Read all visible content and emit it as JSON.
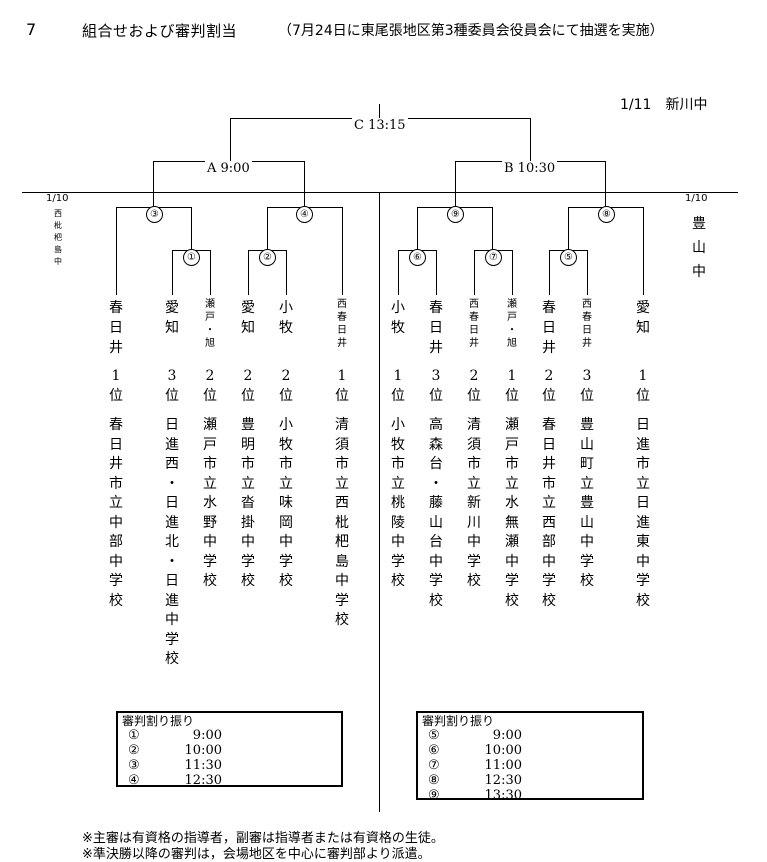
{
  "header": {
    "number": "7",
    "title": "組合せおよび審判割当",
    "note": "（7月24日に東尾張地区第3種委員会役員会にて抽選を実施）"
  },
  "venues": {
    "final": "1/11　新川中",
    "left": {
      "date": "1/10",
      "name": [
        "西",
        "枇",
        "杷",
        "島",
        "中"
      ]
    },
    "right": {
      "date": "1/10",
      "name": [
        "豊",
        "山",
        "中"
      ]
    }
  },
  "matches": {
    "C": "C 13:15",
    "A": "A 9:00",
    "B": "B 10:30",
    "m1": "①",
    "m2": "②",
    "m3": "③",
    "m4": "④",
    "m5": "⑤",
    "m6": "⑥",
    "m7": "⑦",
    "m8": "⑧",
    "m9": "⑨"
  },
  "teams": [
    {
      "pref": [
        "春",
        "日",
        "井"
      ],
      "rank": [
        "1",
        "位"
      ],
      "school": [
        "春",
        "日",
        "井",
        "市",
        "立",
        "中",
        "部",
        "中",
        "学",
        "校"
      ]
    },
    {
      "pref": [
        "愛",
        "知"
      ],
      "rank": [
        "3",
        "位"
      ],
      "school": [
        "日",
        "進",
        "西",
        "・",
        "日",
        "進",
        "北",
        "・",
        "日",
        "進",
        "中",
        "学",
        "校"
      ]
    },
    {
      "pref": [
        "瀬",
        "戸",
        "・",
        "旭"
      ],
      "rank": [
        "2",
        "位"
      ],
      "school": [
        "瀬",
        "戸",
        "市",
        "立",
        "水",
        "野",
        "中",
        "学",
        "校"
      ]
    },
    {
      "pref": [
        "愛",
        "知"
      ],
      "rank": [
        "2",
        "位"
      ],
      "school": [
        "豊",
        "明",
        "市",
        "立",
        "沓",
        "掛",
        "中",
        "学",
        "校"
      ]
    },
    {
      "pref": [
        "小",
        "牧"
      ],
      "rank": [
        "2",
        "位"
      ],
      "school": [
        "小",
        "牧",
        "市",
        "立",
        "味",
        "岡",
        "中",
        "学",
        "校"
      ]
    },
    {
      "pref": [
        "西",
        "春",
        "日",
        "井"
      ],
      "rank": [
        "1",
        "位"
      ],
      "school": [
        "清",
        "須",
        "市",
        "立",
        "西",
        "枇",
        "杷",
        "島",
        "中",
        "学",
        "校"
      ]
    },
    {
      "pref": [
        "小",
        "牧"
      ],
      "rank": [
        "1",
        "位"
      ],
      "school": [
        "小",
        "牧",
        "市",
        "立",
        "桃",
        "陵",
        "中",
        "学",
        "校"
      ]
    },
    {
      "pref": [
        "春",
        "日",
        "井"
      ],
      "rank": [
        "3",
        "位"
      ],
      "school": [
        "高",
        "森",
        "台",
        "・",
        "藤",
        "山",
        "台",
        "中",
        "学",
        "校"
      ]
    },
    {
      "pref": [
        "西",
        "春",
        "日",
        "井"
      ],
      "rank": [
        "2",
        "位"
      ],
      "school": [
        "清",
        "須",
        "市",
        "立",
        "新",
        "川",
        "中",
        "学",
        "校"
      ]
    },
    {
      "pref": [
        "瀬",
        "戸",
        "・",
        "旭"
      ],
      "rank": [
        "1",
        "位"
      ],
      "school": [
        "瀬",
        "戸",
        "市",
        "立",
        "水",
        "無",
        "瀬",
        "中",
        "学",
        "校"
      ]
    },
    {
      "pref": [
        "春",
        "日",
        "井"
      ],
      "rank": [
        "2",
        "位"
      ],
      "school": [
        "春",
        "日",
        "井",
        "市",
        "立",
        "西",
        "部",
        "中",
        "学",
        "校"
      ]
    },
    {
      "pref": [
        "西",
        "春",
        "日",
        "井"
      ],
      "rank": [
        "3",
        "位"
      ],
      "school": [
        "豊",
        "山",
        "町",
        "立",
        "豊",
        "山",
        "中",
        "学",
        "校"
      ]
    },
    {
      "pref": [
        "愛",
        "知"
      ],
      "rank": [
        "1",
        "位"
      ],
      "school": [
        "日",
        "進",
        "市",
        "立",
        "日",
        "進",
        "東",
        "中",
        "学",
        "校"
      ]
    }
  ],
  "referees": {
    "left": {
      "title": "審判割り振り",
      "rows": [
        {
          "n": "①",
          "t": "9:00"
        },
        {
          "n": "②",
          "t": "10:00"
        },
        {
          "n": "③",
          "t": "11:30"
        },
        {
          "n": "④",
          "t": "12:30"
        }
      ]
    },
    "right": {
      "title": "審判割り振り",
      "rows": [
        {
          "n": "⑤",
          "t": "9:00"
        },
        {
          "n": "⑥",
          "t": "10:00"
        },
        {
          "n": "⑦",
          "t": "11:00"
        },
        {
          "n": "⑧",
          "t": "12:30"
        },
        {
          "n": "⑨",
          "t": "13:30"
        }
      ]
    }
  },
  "footnotes": [
    "※主審は有資格の指導者，副審は指導者または有資格の生徒。",
    "※準決勝以降の審判は，会場地区を中心に審判部より派遣。"
  ]
}
